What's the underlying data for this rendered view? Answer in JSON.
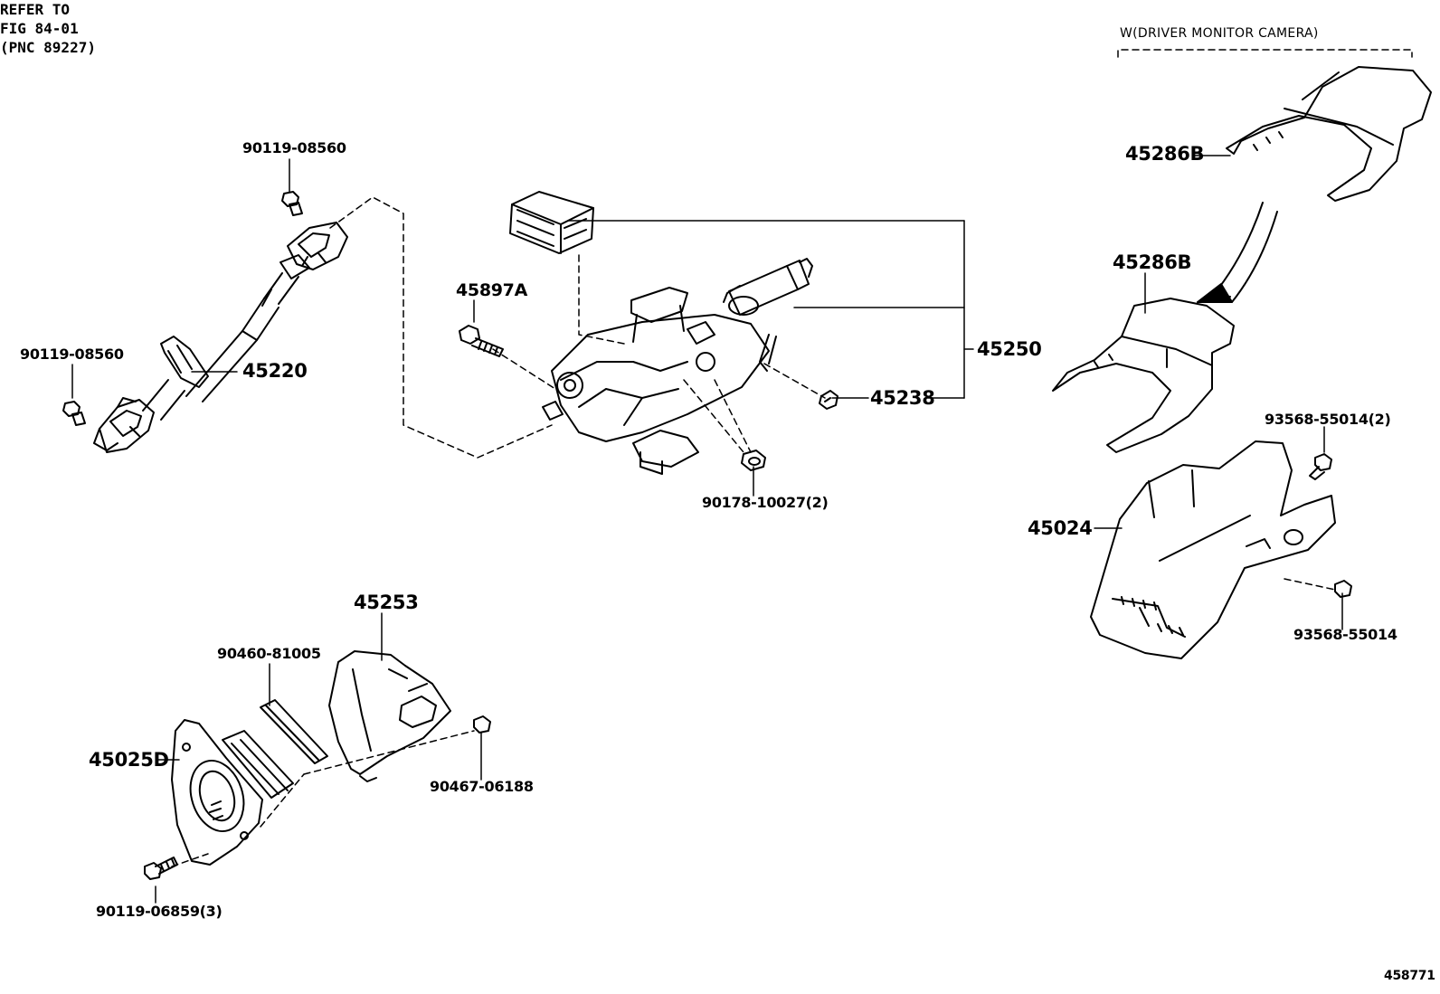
{
  "diagram": {
    "group_header": "W(DRIVER MONITOR CAMERA)",
    "refer_note": [
      "REFER TO",
      "FIG 84-01",
      "(PNC 89227)"
    ],
    "figure_ref": "458771",
    "callouts": {
      "bolt_upper": "90119-08560",
      "bolt_lower": "90119-08560",
      "shaft": "45220",
      "bolt_45897a": "45897A",
      "column_assy": "45250",
      "clip_45238": "45238",
      "nut_90178": "90178-10027(2)",
      "cover_45286b_upper": "45286B",
      "cover_45286b_lower": "45286B",
      "screw_93568_a": "93568-55014(2)",
      "cover_45024": "45024",
      "screw_93568_b": "93568-55014",
      "cover_45253": "45253",
      "seal_90460": "90460-81005",
      "hole_cover_45025d": "45025D",
      "clip_90467": "90467-06188",
      "bolt_90119_06859": "90119-06859(3)"
    }
  }
}
